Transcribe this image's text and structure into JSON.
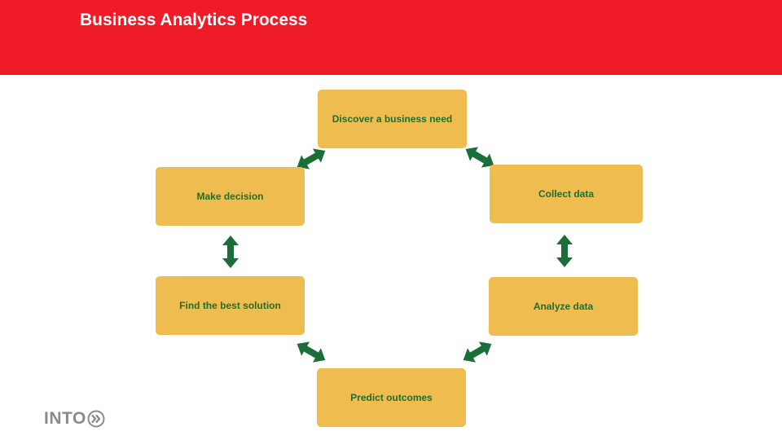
{
  "slide": {
    "title": "Business Analytics Process",
    "header_color": "#ef1c27"
  },
  "diagram": {
    "box_color": "#efbd4f",
    "text_color": "#1f6e2e",
    "arrow_color": "#1a6e38",
    "nodes": [
      {
        "label": "Discover a business need"
      },
      {
        "label": "Collect data"
      },
      {
        "label": "Analyze data"
      },
      {
        "label": "Predict outcomes"
      },
      {
        "label": "Find the best solution"
      },
      {
        "label": "Make decision"
      }
    ]
  },
  "logo": {
    "text": "INTO",
    "icon": "double-chevron-circle-icon"
  }
}
